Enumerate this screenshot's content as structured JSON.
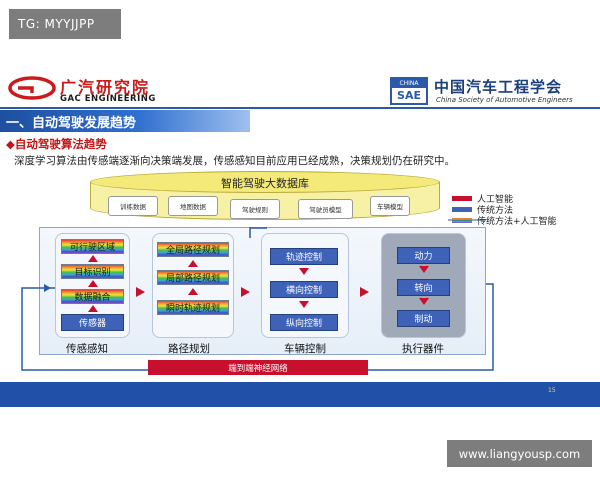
{
  "watermarks": {
    "top": "TG: MYYJJPP",
    "bottom": "www.liangyousp.com"
  },
  "logos": {
    "gac_cn": "广汽研究院",
    "gac_en": "GAC ENGINEERING",
    "sae_badge_top": "CHINA",
    "sae_badge_main": "SAE",
    "sae_cn": "中国汽车工程学会",
    "sae_en": "China Society of Automotive Engineers"
  },
  "slide": {
    "section_title": "一、自动驾驶发展趋势",
    "sub_title": "◆自动驾驶算法趋势",
    "body_text": "深度学习算法由传感端逐渐向决策端发展，传感感知目前应用已经成熟，决策规划仍在研究中。",
    "page_number": "15"
  },
  "database": {
    "title": "智能驾驶大数据库",
    "items": [
      "训练数据",
      "地图数据",
      "驾驶规则",
      "驾驶员模型",
      "车辆模型"
    ]
  },
  "legend": [
    {
      "label": "人工智能",
      "color": "#c8102e"
    },
    {
      "label": "传统方法",
      "color": "#3d62b8"
    },
    {
      "label": "传统方法+人工智能",
      "color": "rainbow"
    }
  ],
  "panels": {
    "perception": {
      "label": "传感感知",
      "items": [
        "可行驶区域",
        "目标识别",
        "数据融合",
        "传感器"
      ]
    },
    "planning": {
      "label": "路径规划",
      "items": [
        "全局路径规划",
        "局部路径规划",
        "瞬时轨迹规划"
      ]
    },
    "control": {
      "label": "车辆控制",
      "items": [
        "轨迹控制",
        "横向控制",
        "纵向控制"
      ]
    },
    "actuator": {
      "label": "执行器件",
      "items": [
        "动力",
        "转向",
        "制动"
      ]
    }
  },
  "end_to_end": "端到端神经网络",
  "colors": {
    "accent_red": "#c8102e",
    "accent_blue": "#2150a8",
    "db_yellow": "#f6f1a4"
  }
}
